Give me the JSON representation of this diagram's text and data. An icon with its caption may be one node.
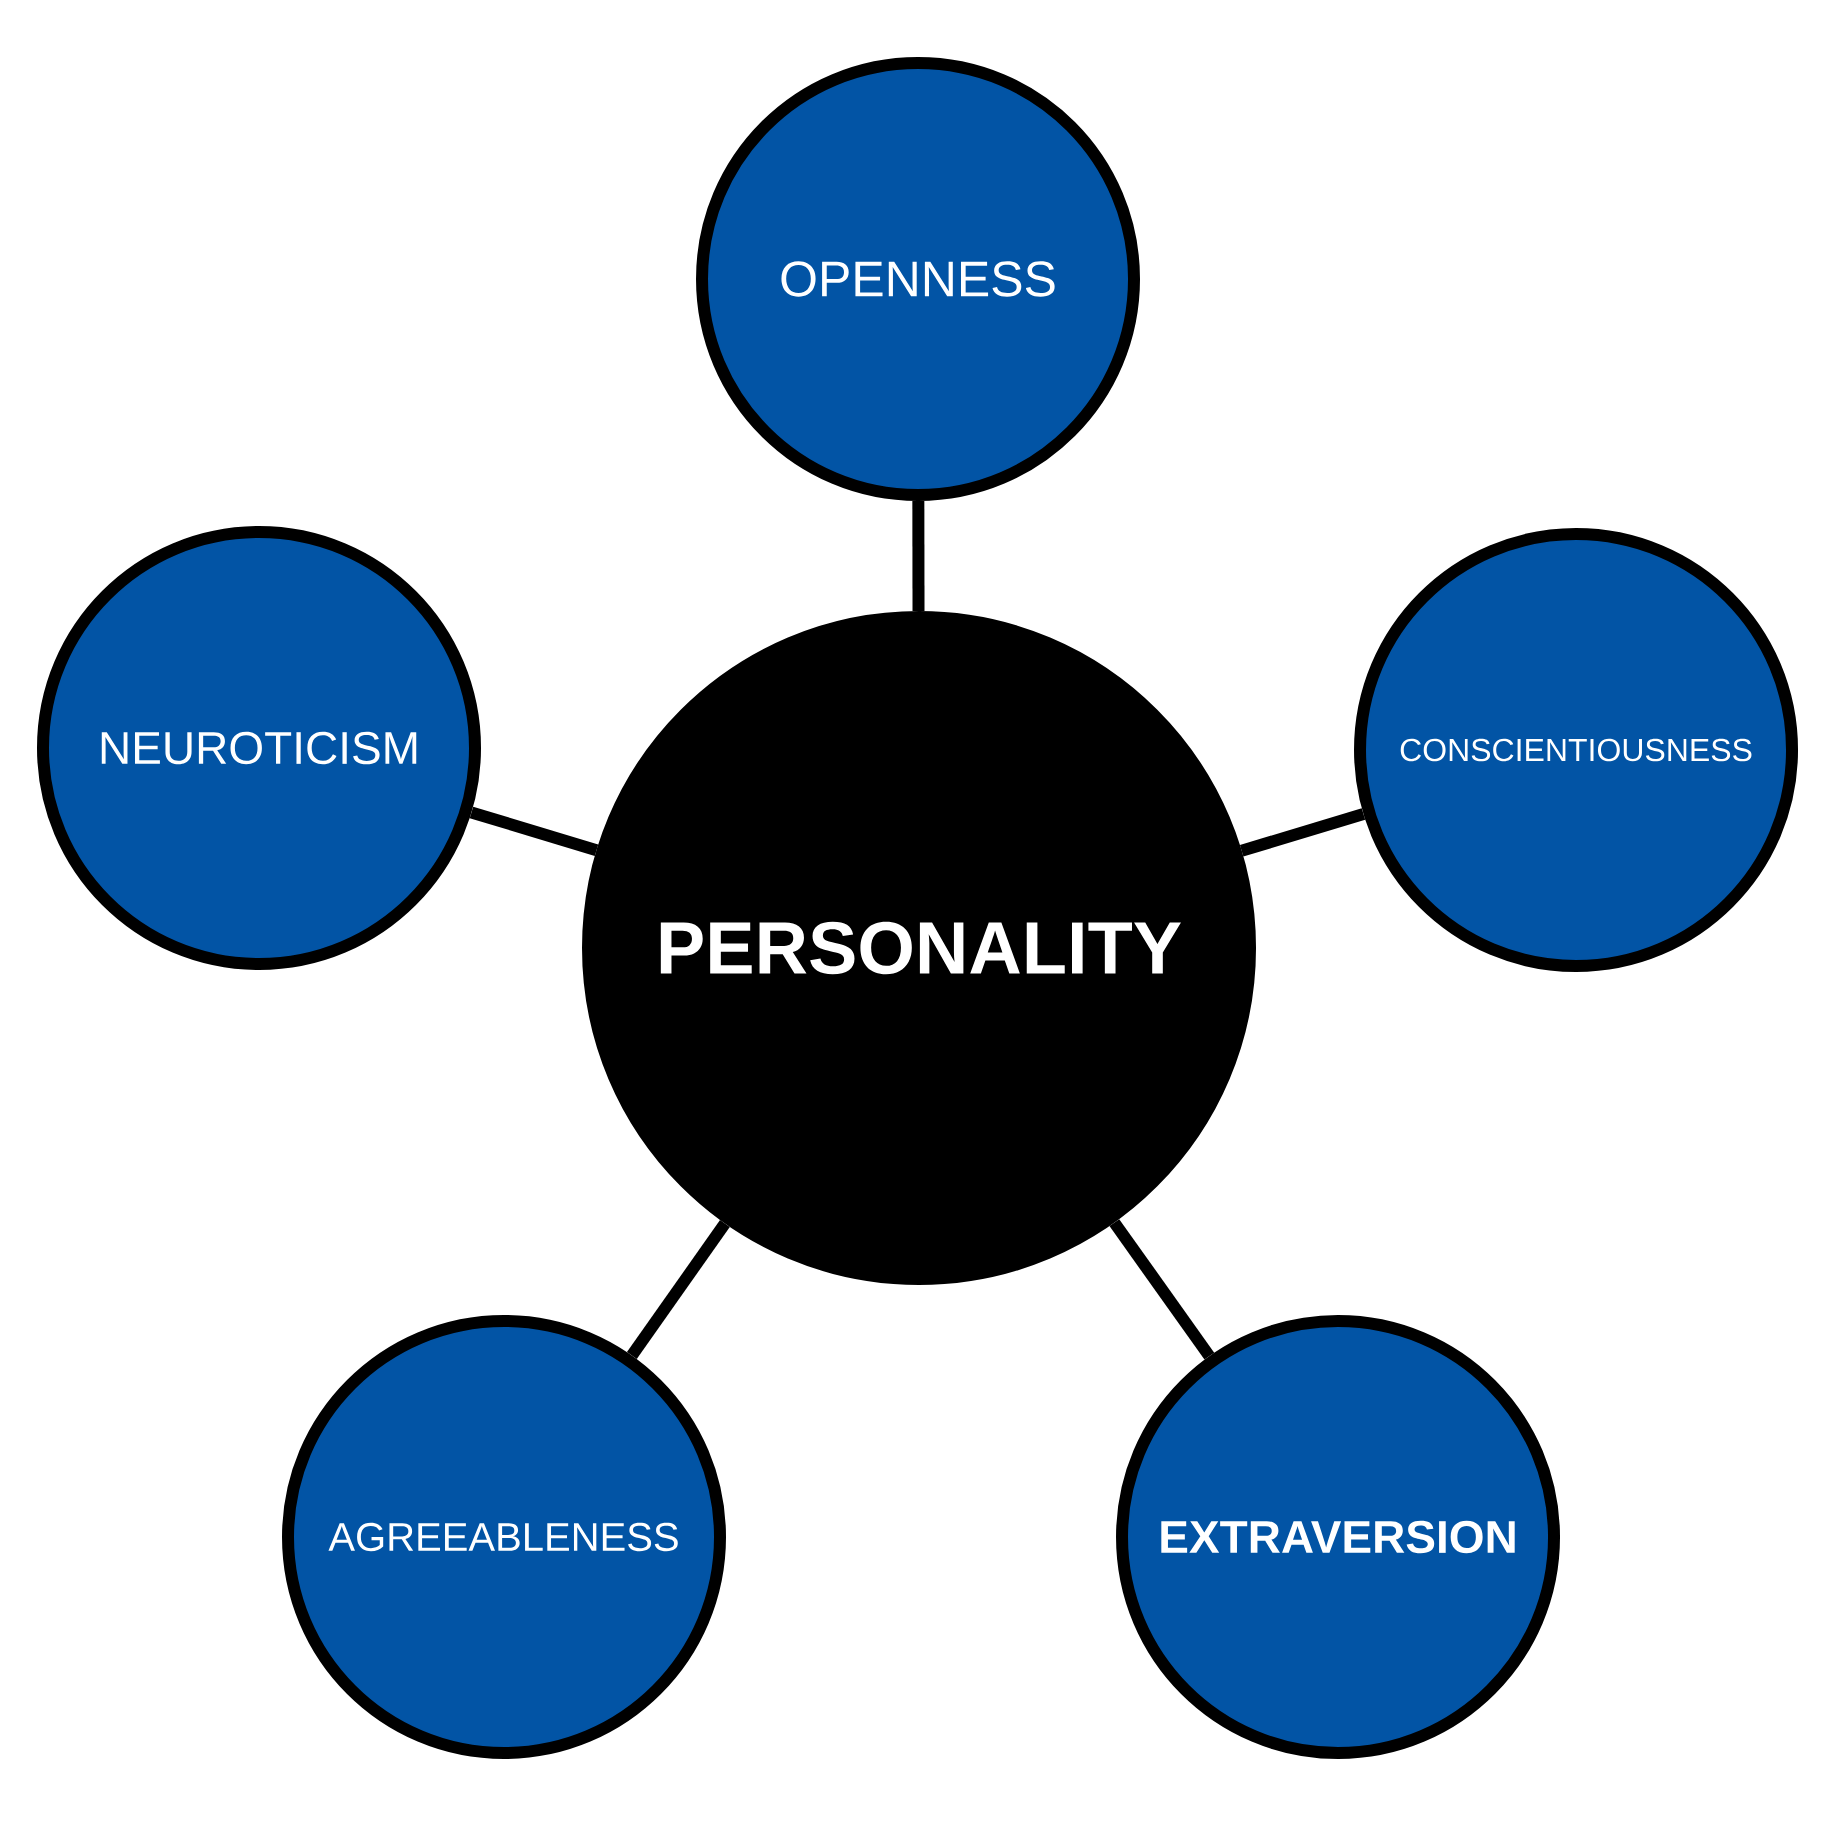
{
  "diagram": {
    "nodes": [
      {
        "text": [
          "PERSONALITY"
        ]
      },
      {
        "text": [
          "OPENNESS"
        ]
      },
      {
        "text": [
          "NEUROTICISM"
        ]
      },
      {
        "text": [
          "CONSCIENTIOUSNESS"
        ]
      },
      {
        "text": [
          "AGREEABLENESS"
        ]
      },
      {
        "text": [
          "EXTRAVERSION"
        ]
      }
    ],
    "edges": [
      {
        "from": 0,
        "to": 1,
        "arrow": "none"
      },
      {
        "from": 0,
        "to": 2,
        "arrow": "none"
      },
      {
        "from": 0,
        "to": 3,
        "arrow": "none"
      },
      {
        "from": 0,
        "to": 4,
        "arrow": "none"
      },
      {
        "from": 0,
        "to": 5,
        "arrow": "none"
      }
    ]
  }
}
